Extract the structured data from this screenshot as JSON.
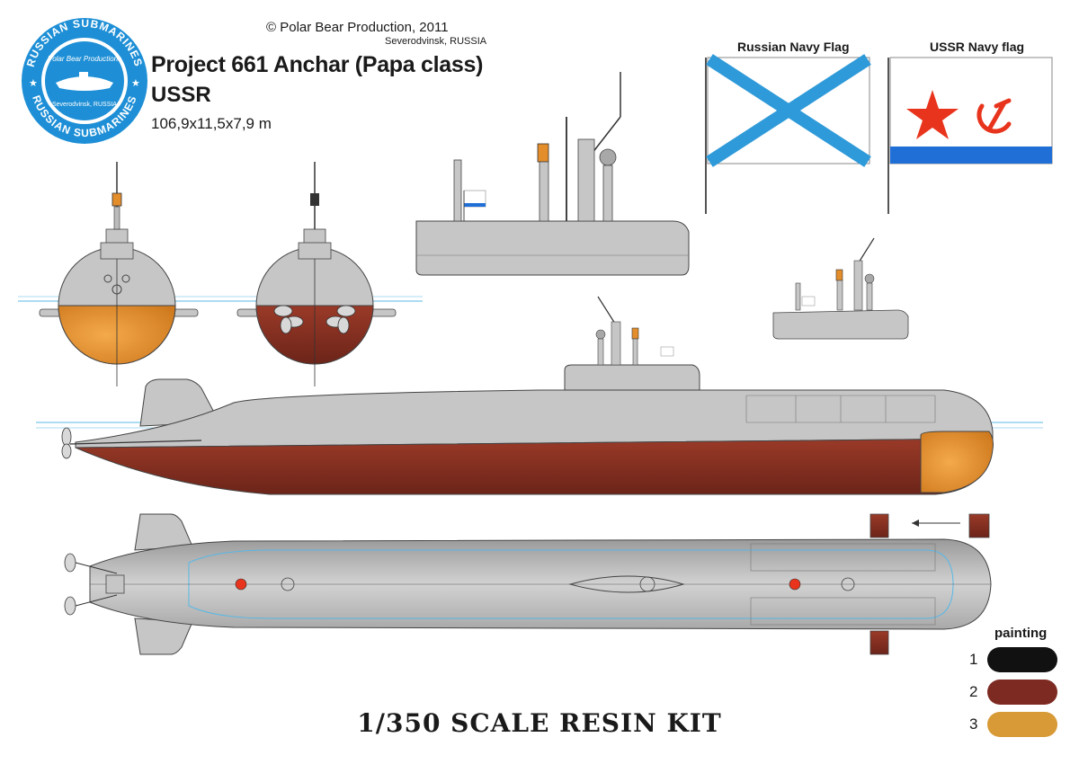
{
  "header": {
    "copyright": "© Polar Bear Production, 2011",
    "location": "Severodvinsk, RUSSIA",
    "title": "Project 661 Anchar (Papa class)",
    "country": "USSR",
    "dimensions": "106,9x11,5x7,9 m"
  },
  "logo": {
    "ring_text_top": "RUSSIAN SUBMARINES",
    "ring_text_bottom": "RUSSIAN SUBMARINES",
    "inner_text_top": "Polar Bear Productions",
    "inner_text_bottom": "Severodvinsk, RUSSIA",
    "color": "#1e8fd6"
  },
  "flags": [
    {
      "label": "Russian Navy Flag",
      "cross_color": "#2f9ad9"
    },
    {
      "label": "USSR Navy flag",
      "star_color": "#e8341c",
      "stripe_color": "#1f6fd6"
    }
  ],
  "painting": {
    "label": "painting",
    "swatches": [
      {
        "num": "1",
        "color": "#111111"
      },
      {
        "num": "2",
        "color": "#7d2a22"
      },
      {
        "num": "3",
        "color": "#d79a36"
      }
    ]
  },
  "colors": {
    "hull_grey": "#c6c6c6",
    "hull_red": "#8a3324",
    "bow_orange": "#e38d2b",
    "waterline": "#58b8e6"
  },
  "footer": {
    "kit_title": "1/350 SCALE RESIN KIT"
  }
}
